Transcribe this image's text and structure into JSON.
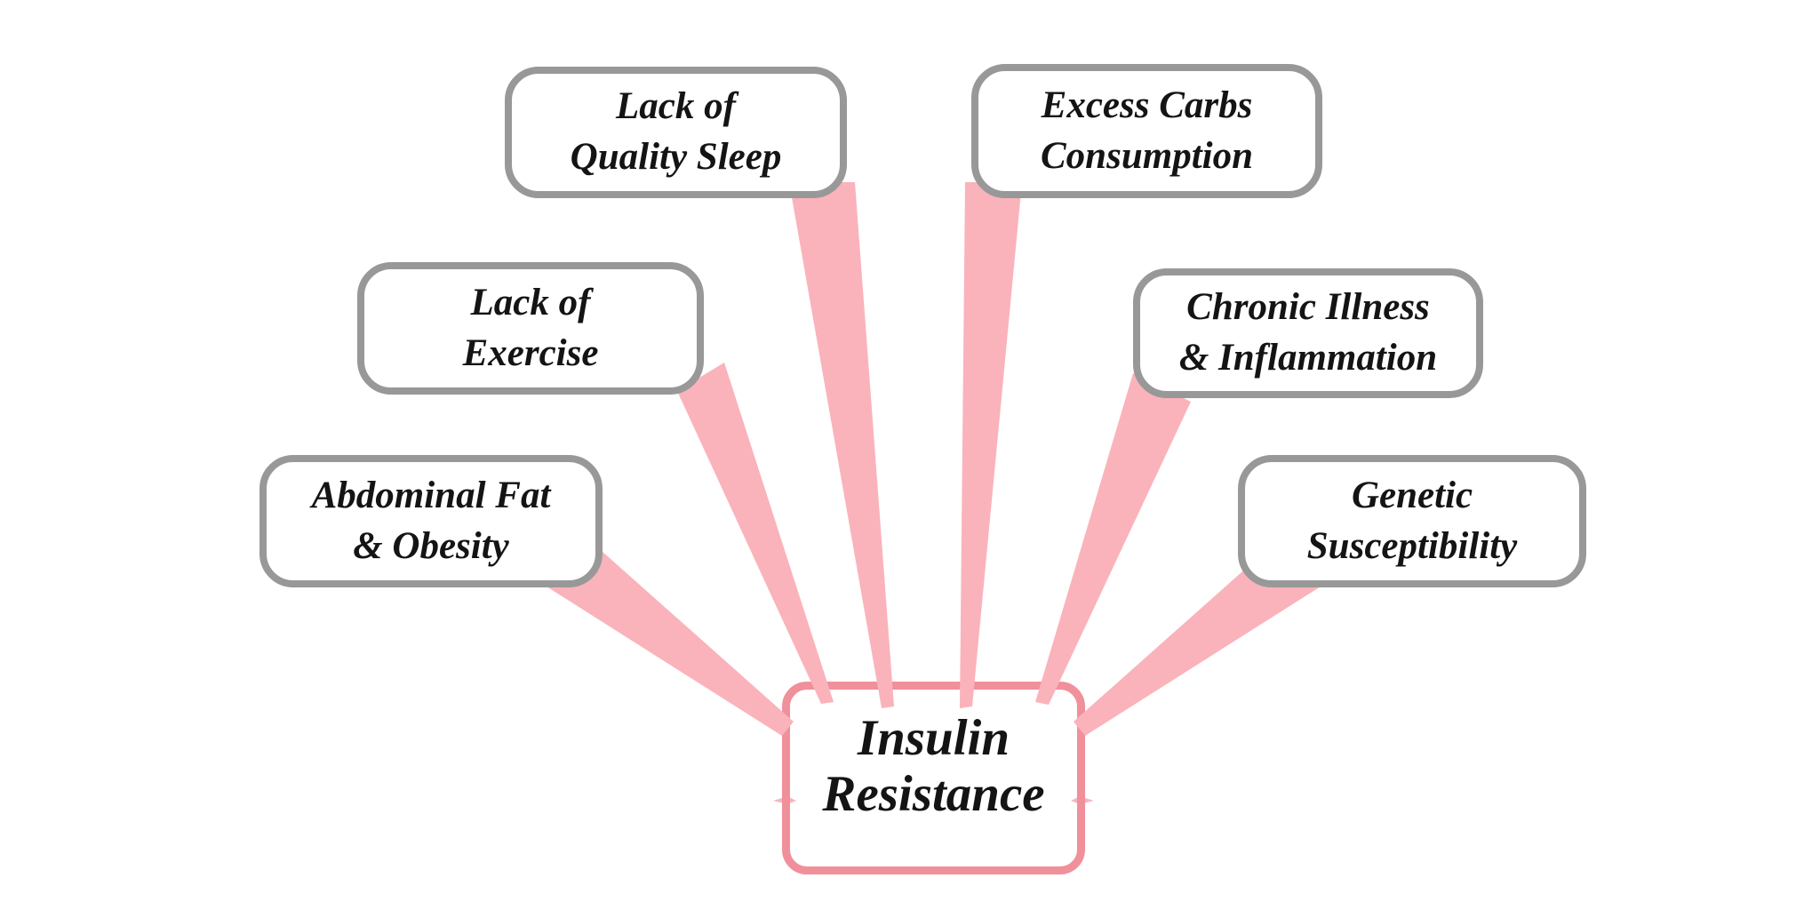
{
  "diagram": {
    "center_node": {
      "label": "Insulin\nResistance"
    },
    "factors": [
      {
        "id": "lack-of-quality-sleep",
        "label": "Lack of\nQuality Sleep"
      },
      {
        "id": "excess-carbs-consumption",
        "label": "Excess Carbs\nConsumption"
      },
      {
        "id": "lack-of-exercise",
        "label": "Lack of\nExercise"
      },
      {
        "id": "chronic-illness-inflammation",
        "label": "Chronic Illness\n& Inflammation"
      },
      {
        "id": "abdominal-fat-obesity",
        "label": "Abdominal Fat\n& Obesity"
      },
      {
        "id": "genetic-susceptibility",
        "label": "Genetic\nSusceptibility"
      }
    ],
    "colors": {
      "connector": "#FAB3BA",
      "center_border": "#F0909B",
      "node_border": "#989898",
      "text": "#141414",
      "background": "#FFFFFF"
    }
  }
}
